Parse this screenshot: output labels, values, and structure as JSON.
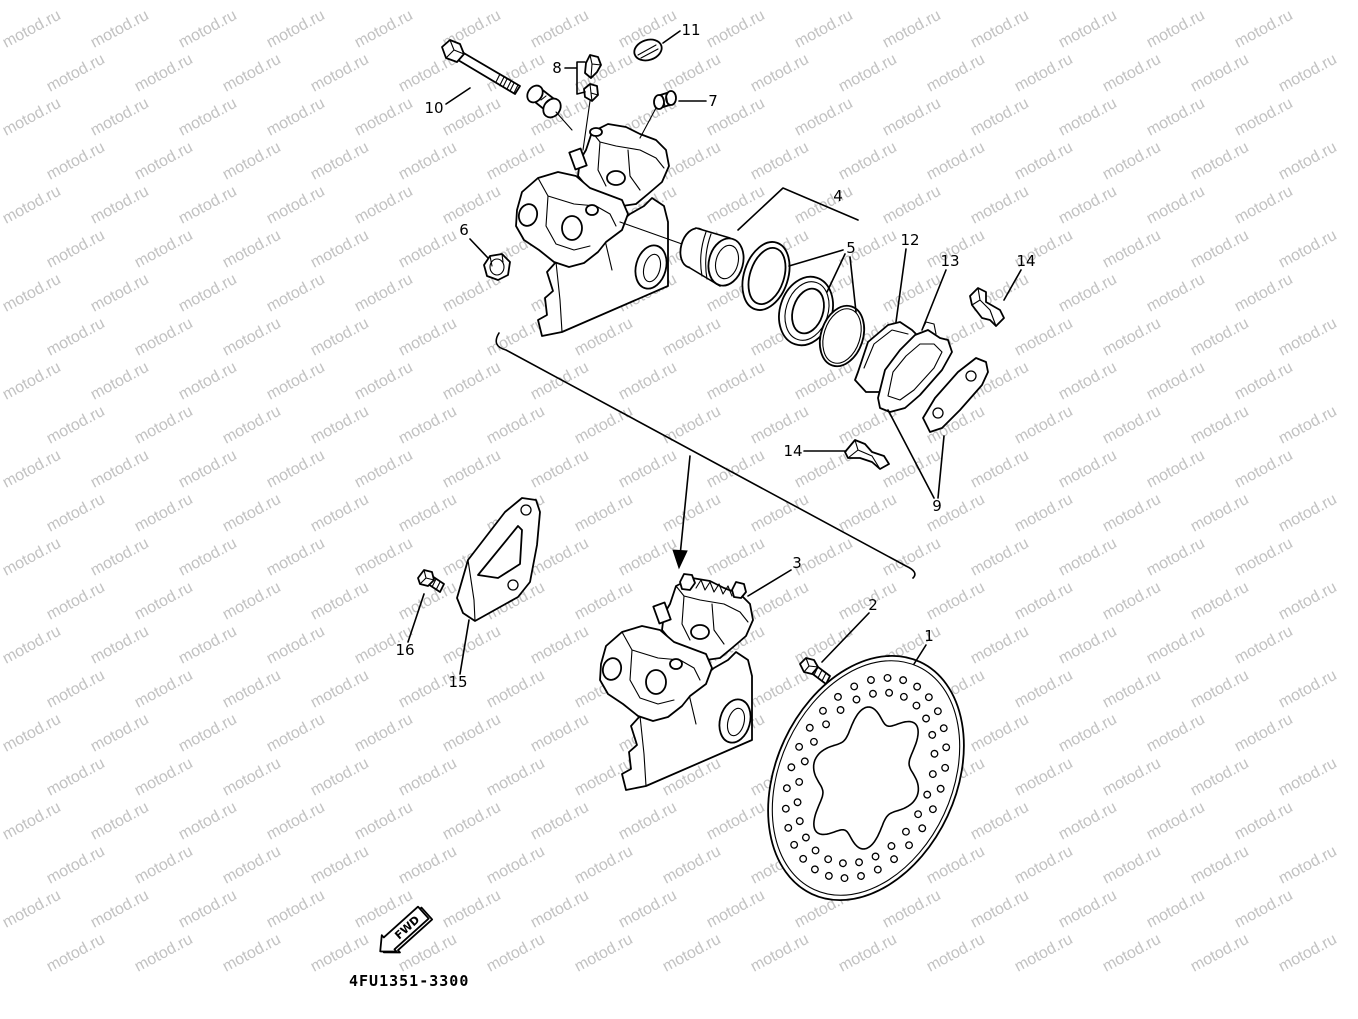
{
  "diagram": {
    "callouts": [
      "1",
      "2",
      "3",
      "4",
      "5",
      "6",
      "7",
      "8",
      "9",
      "10",
      "11",
      "12",
      "13",
      "14",
      "14",
      "15",
      "16"
    ],
    "direction_label": "FWD",
    "part_code": "4FU1351-3300"
  },
  "watermark": "motod.ru",
  "colors": {
    "line": "#000000",
    "watermark": "#c2c2c2",
    "background": "#ffffff"
  }
}
